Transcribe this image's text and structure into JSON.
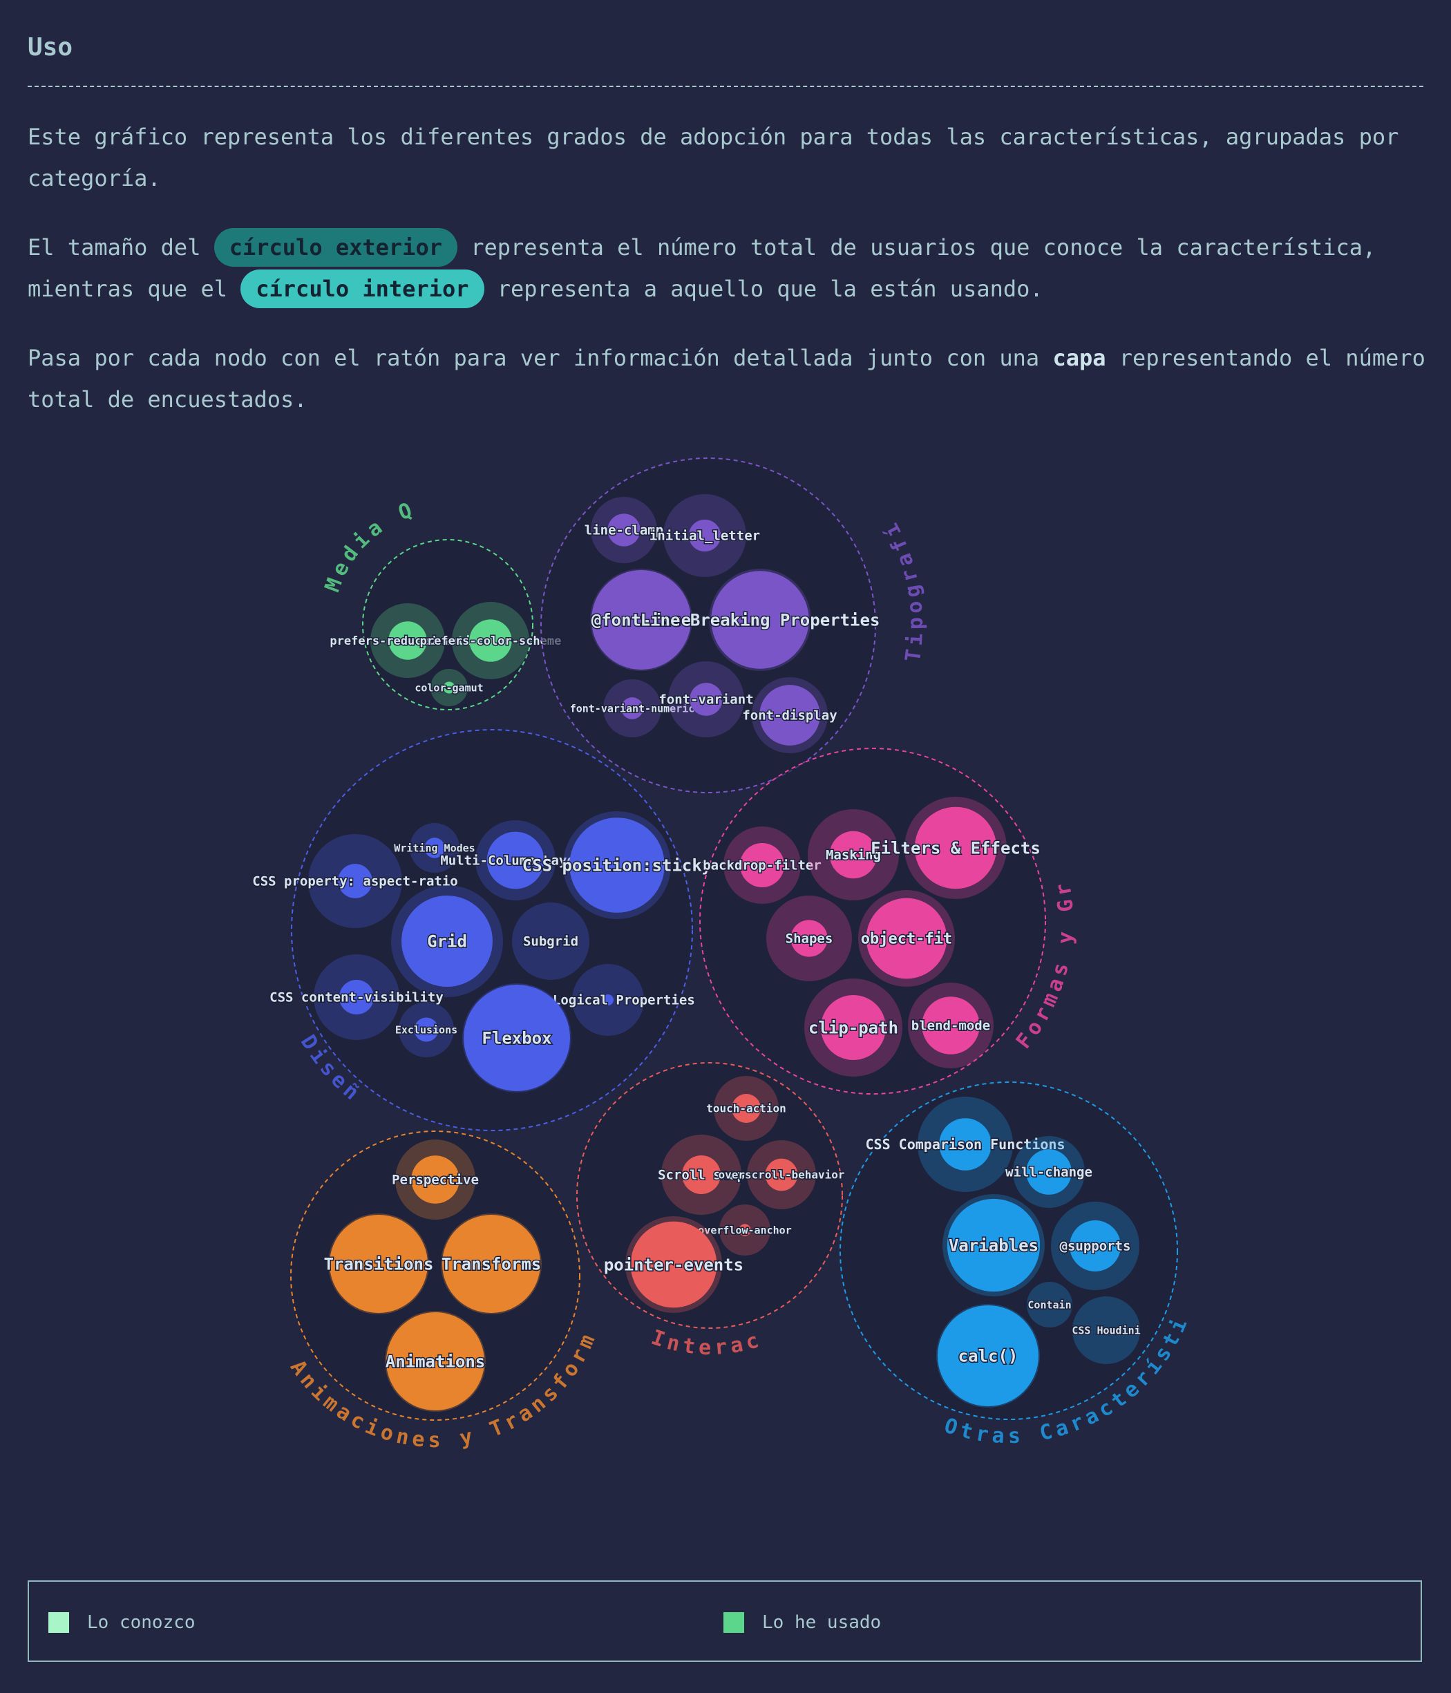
{
  "section": {
    "title": "Uso"
  },
  "intro": {
    "p1": "Este gráfico representa los diferentes grados de adopción para todas las características, agrupadas por categoría.",
    "p2_a": "El tamaño del ",
    "p2_outer_pill": "círculo exterior",
    "p2_b": " representa el número total de usuarios que conoce la característica, mientras que el ",
    "p2_inner_pill": "círculo interior",
    "p2_c": " representa a aquello que la están usando.",
    "p3_a": "Pasa por cada nodo con el ratón para ver información detallada junto con una ",
    "p3_strong": "capa",
    "p3_b": " representando el número total de encuestados."
  },
  "legend": {
    "items": [
      {
        "label": "Lo conozco",
        "color": "#a8f5c8"
      },
      {
        "label": "Lo he usado",
        "color": "#5cd68a"
      }
    ]
  },
  "chart_data": {
    "type": "bubble-pack",
    "note_units": "relative bubble sizes, outer = conoce, inner = usa",
    "groups": [
      {
        "name": "Media Queries",
        "color": "#5cd68a",
        "items": [
          {
            "label": "prefers-reduced-motion",
            "known": 0.38,
            "used": 0.1
          },
          {
            "label": "prefers-color-scheme",
            "known": 0.4,
            "used": 0.12
          },
          {
            "label": "color-gamut",
            "known": 0.1,
            "used": 0.01
          }
        ]
      },
      {
        "name": "Tipografías",
        "color": "#7a55c8",
        "items": [
          {
            "label": "line-clamp",
            "known": 0.33,
            "used": 0.08
          },
          {
            "label": "initial_letter",
            "known": 0.47,
            "used": 0.07
          },
          {
            "label": "@font-face",
            "known": 0.95,
            "used": 0.93
          },
          {
            "label": "Line Breaking Properties",
            "known": 0.93,
            "used": 0.85
          },
          {
            "label": "font-variant-numeric",
            "known": 0.28,
            "used": 0.04
          },
          {
            "label": "font-variant",
            "known": 0.48,
            "used": 0.09
          },
          {
            "label": "font-display",
            "known": 0.44,
            "used": 0.28
          }
        ]
      },
      {
        "name": "Diseño",
        "color": "#4a5ee8",
        "items": [
          {
            "label": "Writing Modes",
            "known": 0.3,
            "used": 0.05
          },
          {
            "label": "Multi-Column Layout",
            "known": 0.51,
            "used": 0.26
          },
          {
            "label": "CSS position:sticky",
            "known": 0.9,
            "used": 0.7
          },
          {
            "label": "CSS property: aspect-ratio",
            "known": 0.6,
            "used": 0.08
          },
          {
            "label": "Grid",
            "known": 0.95,
            "used": 0.63
          },
          {
            "label": "Subgrid",
            "known": 0.48,
            "used": 0.0
          },
          {
            "label": "CSS content-visibility",
            "known": 0.55,
            "used": 0.09
          },
          {
            "label": "CSS Logical Properties",
            "known": 0.42,
            "used": 0.01
          },
          {
            "label": "Exclusions",
            "known": 0.21,
            "used": 0.04
          },
          {
            "label": "Flexbox",
            "known": 0.98,
            "used": 0.98
          }
        ]
      },
      {
        "name": "Formas y Gráficos",
        "color": "#e8459e",
        "items": [
          {
            "label": "backdrop-filter",
            "known": 0.52,
            "used": 0.17
          },
          {
            "label": "Masking",
            "known": 0.63,
            "used": 0.17
          },
          {
            "label": "Filters & Effects",
            "known": 0.78,
            "used": 0.5
          },
          {
            "label": "Shapes",
            "known": 0.54,
            "used": 0.1
          },
          {
            "label": "object-fit",
            "known": 0.72,
            "used": 0.5
          },
          {
            "label": "clip-path",
            "known": 0.73,
            "used": 0.32
          },
          {
            "label": "blend-mode",
            "known": 0.55,
            "used": 0.25
          }
        ]
      },
      {
        "name": "Interacciones",
        "color": "#e85c5c",
        "items": [
          {
            "label": "touch-action",
            "known": 0.3,
            "used": 0.06
          },
          {
            "label": "Scroll snap",
            "known": 0.43,
            "used": 0.1
          },
          {
            "label": "overscroll-behavior",
            "known": 0.32,
            "used": 0.07
          },
          {
            "label": "overflow-anchor",
            "known": 0.18,
            "used": 0.01
          },
          {
            "label": "pointer-events",
            "known": 0.78,
            "used": 0.62
          }
        ]
      },
      {
        "name": "Animaciones y Transformaciones",
        "color": "#e8842e",
        "items": [
          {
            "label": "Perspective",
            "known": 0.5,
            "used": 0.18
          },
          {
            "label": "Transitions",
            "known": 0.85,
            "used": 0.85
          },
          {
            "label": "Transforms",
            "known": 0.85,
            "used": 0.85
          },
          {
            "label": "Animations",
            "known": 0.82,
            "used": 0.79
          }
        ]
      },
      {
        "name": "Otras Características",
        "color": "#1e9be8",
        "items": [
          {
            "label": "CSS Comparison Functions",
            "known": 0.7,
            "used": 0.21
          },
          {
            "label": "will-change",
            "known": 0.35,
            "used": 0.14
          },
          {
            "label": "Variables",
            "known": 0.85,
            "used": 0.7
          },
          {
            "label": "@supports",
            "known": 0.6,
            "used": 0.2
          },
          {
            "label": "Contain",
            "known": 0.15,
            "used": 0.0
          },
          {
            "label": "CSS Houdini",
            "known": 0.36,
            "used": 0.0
          },
          {
            "label": "calc()",
            "known": 0.83,
            "used": 0.82
          }
        ]
      }
    ]
  }
}
